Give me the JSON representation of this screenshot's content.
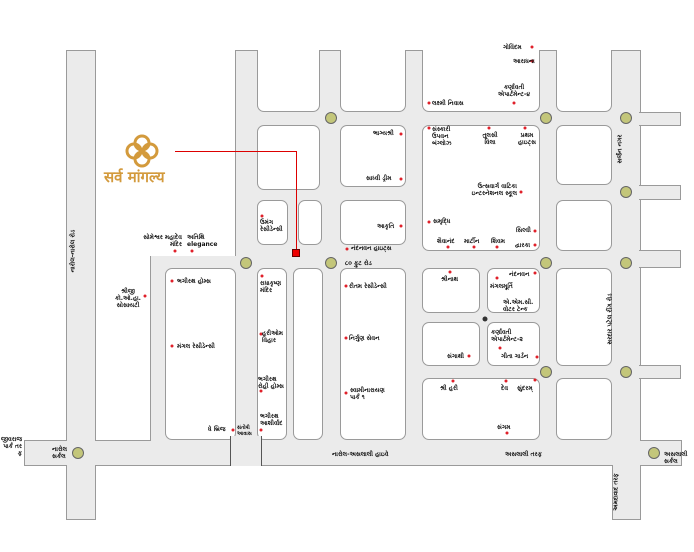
{
  "logo": {
    "name": "सर्व मांगल्य",
    "icon": "knot-icon",
    "color": "#d39a3c"
  },
  "roads": {
    "left_vertical": "નારોલ-નારોલ રોડ",
    "ring_road_upper": "સર્જન નગર",
    "ring_road_lower": "સરદાર પટેલ રીંગ રોડ",
    "eighty_ft": "૮૦ ફુટ રોડ",
    "highway": "નારોલ-અસલાલી હાઇવે",
    "aslali_towards": "અસલાલી તરફ",
    "aslali_circle": "અસલાલી સર્કલ",
    "narol_circle": "નારોલ સર્કલ",
    "left_towards": "જીવરાજપાર્ક તરફ",
    "bottom_right_vertical": "અમદાવાદ તરફ"
  },
  "places": {
    "govindam": "ગોવિંદમ",
    "aradhana": "આરાધના",
    "karnavati4": "કર્ણાવતી એપાર્ટમેન્ટ-૪",
    "laxmi": "લક્ષ્મી નિવાસ",
    "bhagyashree": "ભાગ્યશ્રી",
    "sanskari": "સંસ્કારી ઉપવન બંગ્લોઝ",
    "tulsi": "તુલસી વિલા",
    "pratham": "પ્રથમ હાઇટ્સ",
    "sadhvi": "સાધ્વી ડ્રીમ",
    "school": "ઉત્સવાર્ગ વાટિકા ઇન્ટરનેશનલ સ્કૂલ",
    "samruddhi": "સમૃદ્ધિ",
    "silvi": "સિલ્વી",
    "shivanand": "શૈવાનંદ",
    "martin": "માર્ટીન",
    "shivam": "શિવમ",
    "dwarka": "દ્વારકા",
    "akruti": "આકૃતિ",
    "nandanvan_heights": "નંદનવન હાઇટ્સ",
    "umang": "ઉમંગ રેસીડેન્સી",
    "someshwar": "સોમેશ્વર મહાદેવ મંદિર",
    "atithi": "અતિથિ elegance",
    "shreeji": "શ્રીજી કો.ઓ.હા. સોસાયટી",
    "bhagirath_homes": "ભગીરથ હોમ્સ",
    "mangal": "મંગલ રેસીડેન્સી",
    "radhakrishna": "રાધાકૃષ્ણ મંદિર",
    "hariom": "હરીઓમ વિહાર",
    "bhagirath_rohi": "ભગીરથ રોહી હોમ્સ",
    "bhagirath_ashirvad": "ભગીરથ આશીર્વાદ",
    "de_bridge": "ધે બ્રિજ",
    "santoshi_awas": "સંતોષી આવાસ",
    "ritam": "રીતમ રેસીડેન્સી",
    "nirgun": "નિર્ગુણ સેવન",
    "swaminarayan": "સ્વામીનારાયણ પાર્ક ૧",
    "shreenath": "શ્રીનાથ",
    "nandanvan": "નંદનવન",
    "mangalmurti": "મંગલમૂર્તિ",
    "amc": "એ.એમ.સી. વોટર ટેન્ક",
    "karnavati2": "કર્ણાવતી એપાર્ટમેન્ટ-૨",
    "sangathi": "સંગાથી",
    "gita": "ગીતા ગાર્ડન",
    "shreehari": "શ્રી હરી",
    "dev": "દેવ",
    "sundaram": "સુંદરમ્",
    "sangam": "સંગમ"
  },
  "colors": {
    "road": "#ebebeb",
    "circle": "#c3c67a",
    "marker": "#e0202a",
    "location": "#e00000"
  }
}
